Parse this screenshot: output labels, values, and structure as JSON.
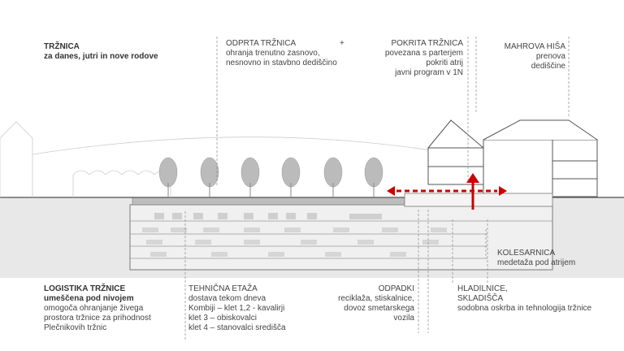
{
  "title": {
    "heading": "TRŽNICA",
    "sub": "za danes, jutri in nove rodove"
  },
  "top_labels": {
    "odprta": {
      "heading": "ODPRTA TRŽNICA",
      "plus": "+",
      "lines": [
        "ohranja trenutno zasnovo,",
        "nesnovno in stavbno dediščino"
      ]
    },
    "pokrita": {
      "heading": "POKRITA TRŽNICA",
      "lines": [
        "povezana s parterjem",
        "pokriti atrij",
        "javni program v 1N"
      ]
    },
    "mahrova": {
      "heading": "MAHROVA HIŠA",
      "lines": [
        "prenova",
        "dediščine"
      ]
    }
  },
  "kolesarnica": {
    "heading": "KOLESARNICA",
    "line": "medetaža pod atrijem"
  },
  "bottom_labels": {
    "logistika": {
      "heading": "LOGISTIKA TRŽNICE",
      "line1": "umeščena pod nivojem",
      "lines": [
        "omogoča ohranjanje živega",
        "prostora tržnice za prihodnost",
        "Plečnikovih tržnic"
      ]
    },
    "tehnicna": {
      "heading": "TEHNIČNA ETAŽA",
      "lines": [
        "dostava tekom dneva",
        "Kombiji – klet 1,2 - kavalirji",
        "klet 3 – obiskovalci",
        "klet 4 – stanovalci središča"
      ]
    },
    "odpadki": {
      "heading": "ODPADKI",
      "lines": [
        "reciklaža, stiskalnice,",
        "dovoz smetarskega",
        "vozila"
      ]
    },
    "hladilnice": {
      "heading": "HLADILNICE,",
      "line2": "SKLADIŠČA",
      "lines": [
        "sodobna oskrba in tehnologija tržnice"
      ]
    }
  },
  "colors": {
    "accent": "#cc0000",
    "ground": "#e6e6e6",
    "line": "#888888"
  }
}
